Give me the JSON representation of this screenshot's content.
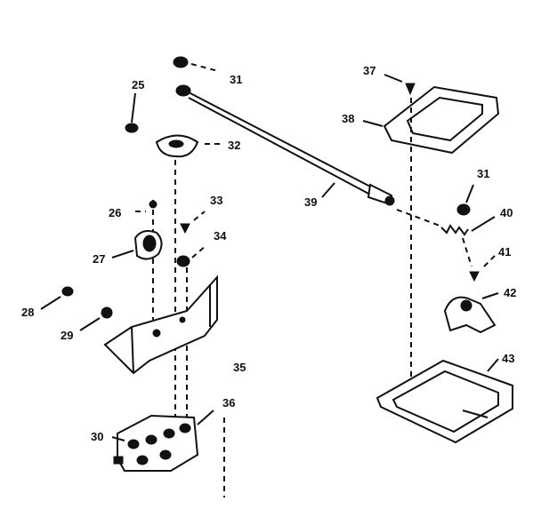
{
  "labels": {
    "p25": "25",
    "p26": "26",
    "p27": "27",
    "p28": "28",
    "p29": "29",
    "p30": "30",
    "p31a": "31",
    "p31b": "31",
    "p32": "32",
    "p33": "33",
    "p34": "34",
    "p35": "35",
    "p36": "36",
    "p37": "37",
    "p38": "38",
    "p39": "39",
    "p40": "40",
    "p41": "41",
    "p42": "42",
    "p43": "43"
  }
}
